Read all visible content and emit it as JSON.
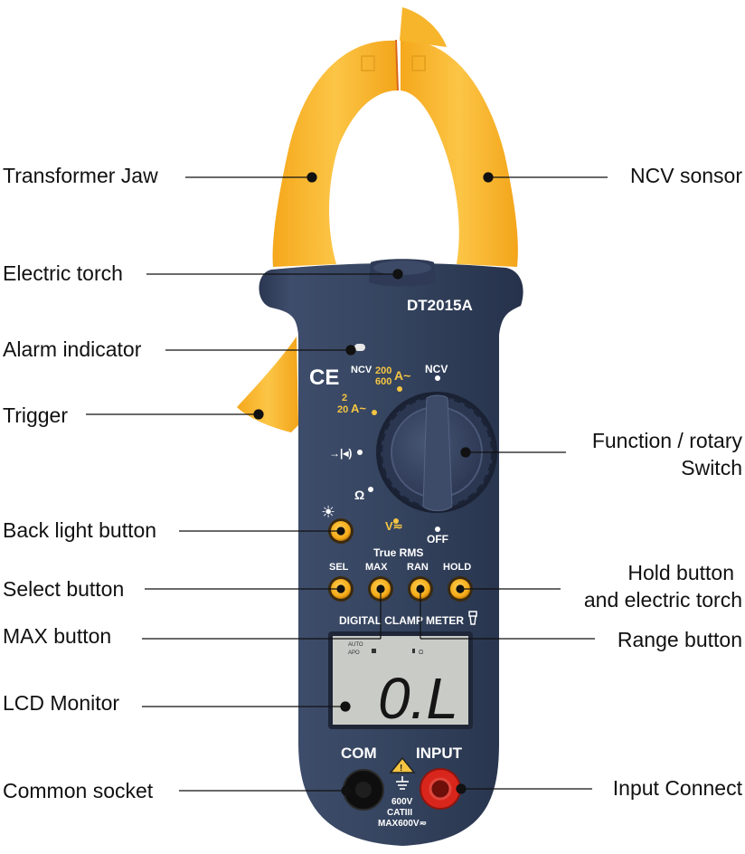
{
  "device": {
    "model": "DT2015A",
    "title": "DIGITAL CLAMP METER",
    "true_rms": "True RMS",
    "ce_mark": "CE",
    "lcd": {
      "reading": "0.L",
      "auto": "AUTO",
      "apo": "APO"
    },
    "dial": {
      "ncv_left": "NCV",
      "ncv_top": "NCV",
      "a_high_200": "200",
      "a_high_600": "600",
      "a_high_unit": "A~",
      "a_low_2": "2",
      "a_low_20": "20",
      "a_low_unit": "A~",
      "diode": "→|◂)",
      "ohm": "Ω",
      "volt": "V≂",
      "off": "OFF"
    },
    "buttons": [
      "SEL",
      "MAX",
      "RAN",
      "HOLD"
    ],
    "sockets": {
      "com": "COM",
      "input": "INPUT",
      "rating_1": "600V",
      "rating_2": "CATIII",
      "rating_3": "MAX600V≂"
    }
  },
  "callouts": {
    "transformer_jaw": "Transformer Jaw",
    "ncv_sensor": "NCV sonsor",
    "electric_torch": "Electric torch",
    "alarm_indicator": "Alarm indicator",
    "trigger": "Trigger",
    "function_switch_1": "Function / rotary",
    "function_switch_2": "Switch",
    "back_light_button": "Back light button",
    "select_button": "Select button",
    "hold_button_1": "Hold button",
    "hold_button_2": "and electric torch",
    "max_button": "MAX button",
    "range_button": "Range button",
    "lcd_monitor": "LCD Monitor",
    "common_socket": "Common socket",
    "input_connect": "Input Connect"
  },
  "colors": {
    "body": "#34425e",
    "jaw": "#f7b52c",
    "button": "#f6b21f",
    "accent_text": "#f5c542",
    "lcd": "#c9cbc6",
    "input_socket": "#d9261c"
  }
}
